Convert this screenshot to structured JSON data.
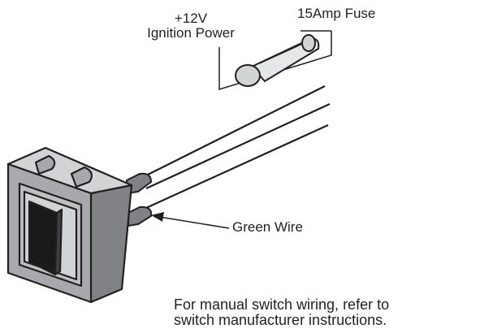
{
  "labels": {
    "power_line1": "+12V",
    "power_line2": "Ignition Power",
    "fuse": "15Amp Fuse",
    "green_wire": "Green Wire",
    "note_line1": "For manual switch wiring, refer to",
    "note_line2": "switch manufacturer instructions."
  },
  "colors": {
    "ink": "#231f20",
    "switch_body": "#a7a9ac",
    "switch_light": "#d1d3d4",
    "switch_dark": "#808285",
    "rocker": "#1a1a1a",
    "fuse_glass": "#e6e7e8"
  }
}
